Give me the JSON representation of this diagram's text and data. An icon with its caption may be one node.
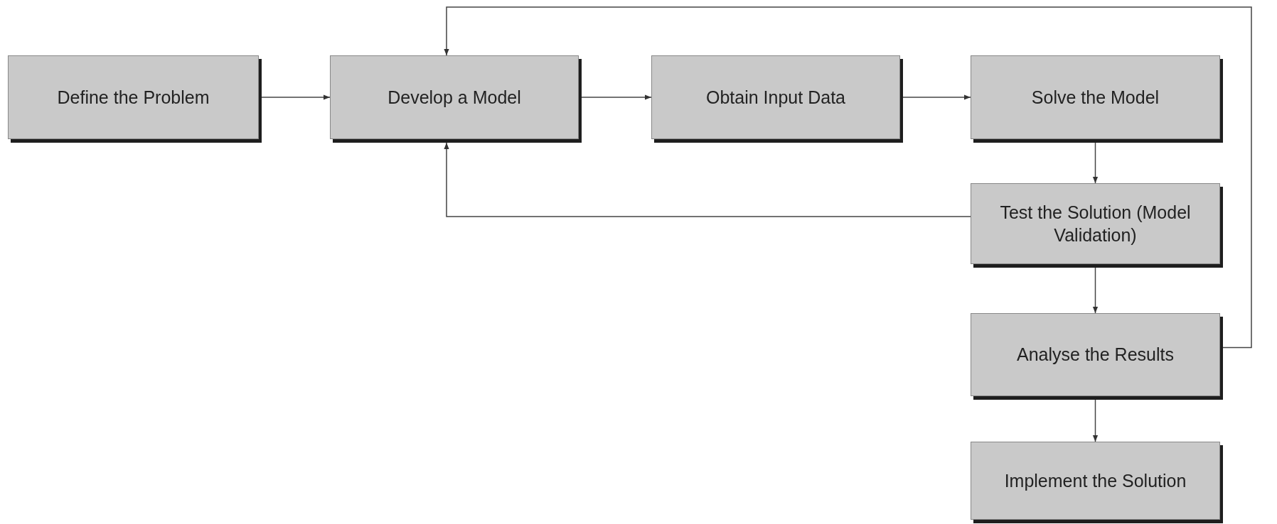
{
  "diagram": {
    "nodes": [
      {
        "text": [
          "Define the Problem"
        ]
      },
      {
        "text": [
          "Develop a Model"
        ]
      },
      {
        "text": [
          "Obtain Input Data"
        ]
      },
      {
        "text": [
          "Solve the Model"
        ]
      },
      {
        "text": [
          "Test the Solution (Model Validation)"
        ]
      },
      {
        "text": [
          "Analyse the Results"
        ]
      },
      {
        "text": [
          "Implement the Solution"
        ]
      }
    ],
    "edges": [
      {
        "from": 0,
        "to": 1,
        "arrow": "to"
      },
      {
        "from": 1,
        "to": 2,
        "arrow": "to"
      },
      {
        "from": 2,
        "to": 3,
        "arrow": "to"
      },
      {
        "from": 3,
        "to": 4,
        "arrow": "to"
      },
      {
        "from": 4,
        "to": 1,
        "arrow": "to"
      },
      {
        "from": 4,
        "to": 5,
        "arrow": "to"
      },
      {
        "from": 5,
        "to": 1,
        "arrow": "to"
      },
      {
        "from": 5,
        "to": 6,
        "arrow": "to"
      }
    ]
  }
}
